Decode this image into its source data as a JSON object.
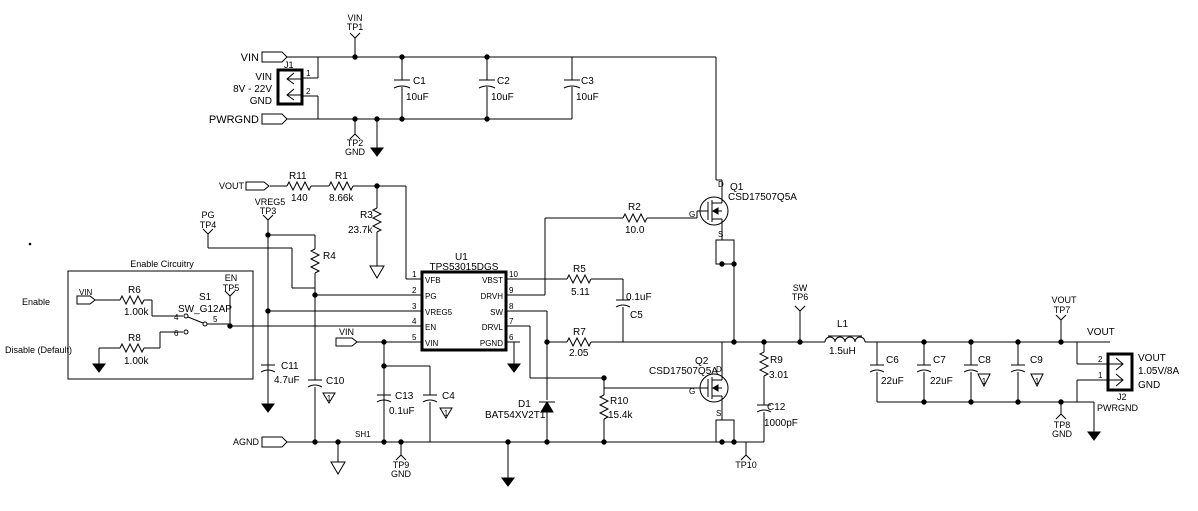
{
  "title_block": "",
  "nets": {
    "vin_top": "VIN",
    "vin_port": "VIN",
    "pwrgnd_port": "PWRGND",
    "vout_port_left": "VOUT",
    "vin_u1": "VIN",
    "vin_enable": "VIN",
    "agnd": "AGND",
    "vout_right": "VOUT",
    "sh1": "SH1"
  },
  "connectors": {
    "j1": {
      "ref": "J1",
      "vin": "VIN",
      "range": "8V - 22V",
      "gnd": "GND",
      "pin1": "1",
      "pin2": "2"
    },
    "j2": {
      "ref": "J2",
      "vout": "VOUT",
      "rating": "1.05V/8A",
      "gnd": "GND",
      "pwrgnd": "PWRGND",
      "pin1": "1",
      "pin2": "2"
    }
  },
  "test_points": {
    "tp1": {
      "net": "VIN",
      "ref": "TP1"
    },
    "tp2": {
      "ref": "TP2",
      "net": "GND"
    },
    "tp3": {
      "net": "VREG5",
      "ref": "TP3"
    },
    "tp4": {
      "net": "PG",
      "ref": "TP4"
    },
    "tp5": {
      "net": "EN",
      "ref": "TP5"
    },
    "tp6": {
      "net": "SW",
      "ref": "TP6"
    },
    "tp7": {
      "net": "VOUT",
      "ref": "TP7"
    },
    "tp8": {
      "ref": "TP8",
      "net": "GND"
    },
    "tp9": {
      "ref": "TP9",
      "net": "GND"
    },
    "tp10": {
      "ref": "TP10"
    }
  },
  "capacitors": {
    "c1": {
      "ref": "C1",
      "value": "10uF"
    },
    "c2": {
      "ref": "C2",
      "value": "10uF"
    },
    "c3": {
      "ref": "C3",
      "value": "10uF"
    },
    "c4": {
      "ref": "C4",
      "note": "1"
    },
    "c5": {
      "ref": "C5",
      "value": "0.1uF"
    },
    "c6": {
      "ref": "C6",
      "value": "22uF"
    },
    "c7": {
      "ref": "C7",
      "value": "22uF"
    },
    "c8": {
      "ref": "C8",
      "note": "1"
    },
    "c9": {
      "ref": "C9",
      "note": "1"
    },
    "c10": {
      "ref": "C10",
      "note": "1"
    },
    "c11": {
      "ref": "C11",
      "value": "4.7uF"
    },
    "c12": {
      "ref": "C12",
      "value": "1000pF"
    },
    "c13": {
      "ref": "C13",
      "value": "0.1uF"
    }
  },
  "resistors": {
    "r1": {
      "ref": "R1",
      "value": "8.66k"
    },
    "r2": {
      "ref": "R2",
      "value": "10.0"
    },
    "r3": {
      "ref": "R3",
      "value": "23.7k"
    },
    "r4": {
      "ref": "R4"
    },
    "r5": {
      "ref": "R5",
      "value": "5.11"
    },
    "r6": {
      "ref": "R6",
      "value": "1.00k"
    },
    "r7": {
      "ref": "R7",
      "value": "2.05"
    },
    "r8": {
      "ref": "R8",
      "value": "1.00k"
    },
    "r9": {
      "ref": "R9",
      "value": "3.01"
    },
    "r10": {
      "ref": "R10",
      "value": "15.4k"
    },
    "r11": {
      "ref": "R11",
      "value": "140"
    }
  },
  "mosfets": {
    "q1": {
      "ref": "Q1",
      "part": "CSD17507Q5A",
      "g": "G",
      "d": "D",
      "s": "S"
    },
    "q2": {
      "ref": "Q2",
      "part": "CSD17507Q5A",
      "g": "G",
      "d": "D",
      "s": "S"
    }
  },
  "inductor": {
    "ref": "L1",
    "value": "1.5uH"
  },
  "diode": {
    "ref": "D1",
    "part": "BAT54XV2T1"
  },
  "ic": {
    "ref": "U1",
    "part": "TPS53015DGS",
    "pins_left": [
      {
        "num": "1",
        "name": "VFB"
      },
      {
        "num": "2",
        "name": "PG"
      },
      {
        "num": "3",
        "name": "VREG5"
      },
      {
        "num": "4",
        "name": "EN"
      },
      {
        "num": "5",
        "name": "VIN"
      }
    ],
    "pins_right": [
      {
        "num": "10",
        "name": "VBST"
      },
      {
        "num": "9",
        "name": "DRVH"
      },
      {
        "num": "8",
        "name": "SW"
      },
      {
        "num": "7",
        "name": "DRVL"
      },
      {
        "num": "6",
        "name": "PGND"
      }
    ]
  },
  "enable_box": {
    "title": "Enable Circuitry",
    "enable": "Enable",
    "disable": "Disable (Default)",
    "switch_ref": "S1",
    "switch_part": "SW_G12AP",
    "pin4": "4",
    "pin5": "5",
    "pin6": "6"
  }
}
